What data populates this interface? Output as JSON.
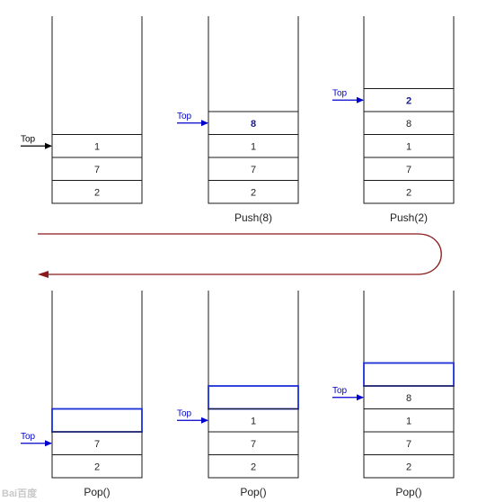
{
  "colors": {
    "outline": "#1a1a1a",
    "pointer_blue": "#0000cc",
    "pointer_black": "#000000",
    "highlight": "#1c2fd8",
    "flow_arrow": "#8b1a1a",
    "watermark": "#c8c8c8"
  },
  "top_label": "Top",
  "watermark_text": "Bai百度",
  "stacks": [
    {
      "cells": [
        {
          "value": "1",
          "state": "normal"
        },
        {
          "value": "7",
          "state": "normal"
        },
        {
          "value": "2",
          "state": "normal"
        }
      ],
      "top_index": 0,
      "pointer_color": "black",
      "caption": ""
    },
    {
      "cells": [
        {
          "value": "8",
          "state": "new"
        },
        {
          "value": "1",
          "state": "normal"
        },
        {
          "value": "7",
          "state": "normal"
        },
        {
          "value": "2",
          "state": "normal"
        }
      ],
      "top_index": 0,
      "pointer_color": "blue",
      "caption": "Push(8)"
    },
    {
      "cells": [
        {
          "value": "2",
          "state": "new"
        },
        {
          "value": "8",
          "state": "normal"
        },
        {
          "value": "1",
          "state": "normal"
        },
        {
          "value": "7",
          "state": "normal"
        },
        {
          "value": "2",
          "state": "normal"
        }
      ],
      "top_index": 0,
      "pointer_color": "blue",
      "caption": "Push(2)"
    },
    {
      "cells": [
        {
          "value": "",
          "state": "removed"
        },
        {
          "value": "7",
          "state": "normal"
        },
        {
          "value": "2",
          "state": "normal"
        }
      ],
      "top_index": 1,
      "pointer_color": "blue",
      "caption": "Pop()"
    },
    {
      "cells": [
        {
          "value": "",
          "state": "removed"
        },
        {
          "value": "1",
          "state": "normal"
        },
        {
          "value": "7",
          "state": "normal"
        },
        {
          "value": "2",
          "state": "normal"
        }
      ],
      "top_index": 1,
      "pointer_color": "blue",
      "caption": "Pop()"
    },
    {
      "cells": [
        {
          "value": "",
          "state": "removed"
        },
        {
          "value": "8",
          "state": "normal"
        },
        {
          "value": "1",
          "state": "normal"
        },
        {
          "value": "7",
          "state": "normal"
        },
        {
          "value": "2",
          "state": "normal"
        }
      ],
      "top_index": 1,
      "pointer_color": "blue",
      "caption": "Pop()"
    }
  ]
}
